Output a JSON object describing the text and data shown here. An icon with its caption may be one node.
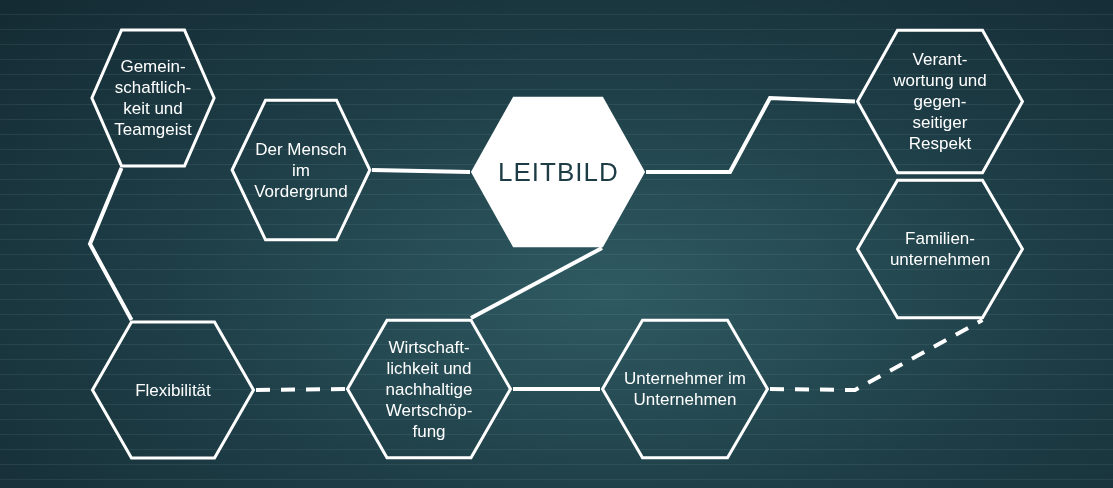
{
  "diagram": {
    "nodes": [
      {
        "text": [
          "Gemein- schaftlich- keit und Teamgeist"
        ]
      },
      {
        "text": [
          "Der Mensch im Vordergrund"
        ]
      },
      {
        "text": [
          "LEITBILD"
        ]
      },
      {
        "text": [
          "Verant- wortung und gegen- seitiger Respekt"
        ]
      },
      {
        "text": [
          "Familien- unternehmen"
        ]
      },
      {
        "text": [
          "Flexibilität"
        ]
      },
      {
        "text": [
          "Wirtschaft- lichkeit und nachhaltige Wertschöp- fung"
        ]
      },
      {
        "text": [
          "Unternehmer im Unternehmen"
        ]
      }
    ],
    "edges": [
      {
        "from": 0,
        "to": 5,
        "arrow": "none"
      },
      {
        "from": 1,
        "to": 2,
        "arrow": "none"
      },
      {
        "from": 2,
        "to": 3,
        "arrow": "none"
      },
      {
        "from": 2,
        "to": 6,
        "arrow": "none"
      },
      {
        "from": 5,
        "to": 6,
        "arrow": "none",
        "style": "dashed"
      },
      {
        "from": 6,
        "to": 7,
        "arrow": "none"
      },
      {
        "from": 7,
        "to": 4,
        "arrow": "none",
        "style": "dashed"
      }
    ]
  }
}
